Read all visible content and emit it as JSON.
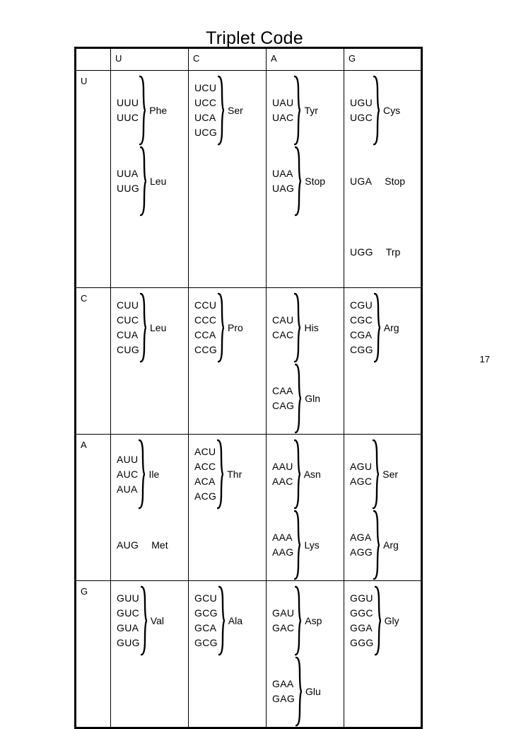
{
  "slide": {
    "title": "Triplet Code",
    "page_number": "17"
  },
  "table": {
    "corner_label": "",
    "column_headers": [
      "U",
      "C",
      "A",
      "G"
    ],
    "row_headers": [
      "U",
      "C",
      "A",
      "G"
    ],
    "cells": [
      [
        {
          "groups": [
            {
              "codons": [
                "UUU",
                "UUC"
              ],
              "amino_acid": "Phe",
              "brace": true
            },
            {
              "codons": [
                "UUA",
                "UUG"
              ],
              "amino_acid": "Leu",
              "brace": true
            }
          ]
        },
        {
          "groups": [
            {
              "codons": [
                "UCU",
                "UCC",
                "UCA",
                "UCG"
              ],
              "amino_acid": "Ser",
              "brace": true
            }
          ]
        },
        {
          "groups": [
            {
              "codons": [
                "UAU",
                "UAC"
              ],
              "amino_acid": "Tyr",
              "brace": true
            },
            {
              "codons": [
                "UAA",
                "UAG"
              ],
              "amino_acid": "Stop",
              "brace": true
            }
          ]
        },
        {
          "groups": [
            {
              "codons": [
                "UGU",
                "UGC"
              ],
              "amino_acid": "Cys",
              "brace": true
            },
            {
              "codons": [
                "UGA"
              ],
              "amino_acid": "Stop",
              "brace": false
            },
            {
              "codons": [
                "UGG"
              ],
              "amino_acid": "Trp",
              "brace": false
            }
          ]
        }
      ],
      [
        {
          "groups": [
            {
              "codons": [
                "CUU",
                "CUC",
                "CUA",
                "CUG"
              ],
              "amino_acid": "Leu",
              "brace": true
            }
          ]
        },
        {
          "groups": [
            {
              "codons": [
                "CCU",
                "CCC",
                "CCA",
                "CCG"
              ],
              "amino_acid": "Pro",
              "brace": true
            }
          ]
        },
        {
          "groups": [
            {
              "codons": [
                "CAU",
                "CAC"
              ],
              "amino_acid": "His",
              "brace": true
            },
            {
              "codons": [
                "CAA",
                "CAG"
              ],
              "amino_acid": "Gln",
              "brace": true
            }
          ]
        },
        {
          "groups": [
            {
              "codons": [
                "CGU",
                "CGC",
                "CGA",
                "CGG"
              ],
              "amino_acid": "Arg",
              "brace": true
            }
          ]
        }
      ],
      [
        {
          "groups": [
            {
              "codons": [
                "AUU",
                "AUC",
                "AUA"
              ],
              "amino_acid": "Ile",
              "brace": true
            },
            {
              "codons": [
                "AUG"
              ],
              "amino_acid": "Met",
              "brace": false
            }
          ]
        },
        {
          "groups": [
            {
              "codons": [
                "ACU",
                "ACC",
                "ACA",
                "ACG"
              ],
              "amino_acid": "Thr",
              "brace": true
            }
          ]
        },
        {
          "groups": [
            {
              "codons": [
                "AAU",
                "AAC"
              ],
              "amino_acid": "Asn",
              "brace": true
            },
            {
              "codons": [
                "AAA",
                "AAG"
              ],
              "amino_acid": "Lys",
              "brace": true
            }
          ]
        },
        {
          "groups": [
            {
              "codons": [
                "AGU",
                "AGC"
              ],
              "amino_acid": "Ser",
              "brace": true
            },
            {
              "codons": [
                "AGA",
                "AGG"
              ],
              "amino_acid": "Arg",
              "brace": true
            }
          ]
        }
      ],
      [
        {
          "groups": [
            {
              "codons": [
                "GUU",
                "GUC",
                "GUA",
                "GUG"
              ],
              "amino_acid": "Val",
              "brace": true
            }
          ]
        },
        {
          "groups": [
            {
              "codons": [
                "GCU",
                "GCG",
                "GCA",
                "GCG"
              ],
              "amino_acid": "Ala",
              "brace": true
            }
          ]
        },
        {
          "groups": [
            {
              "codons": [
                "GAU",
                "GAC"
              ],
              "amino_acid": "Asp",
              "brace": true
            },
            {
              "codons": [
                "GAA",
                "GAG"
              ],
              "amino_acid": "Glu",
              "brace": true
            }
          ]
        },
        {
          "groups": [
            {
              "codons": [
                "GGU",
                "GGC",
                "GGA",
                "GGG"
              ],
              "amino_acid": "Gly",
              "brace": true
            }
          ]
        }
      ]
    ]
  },
  "colors": {
    "background": "#ffffff",
    "text": "#000000",
    "border": "#000000"
  }
}
